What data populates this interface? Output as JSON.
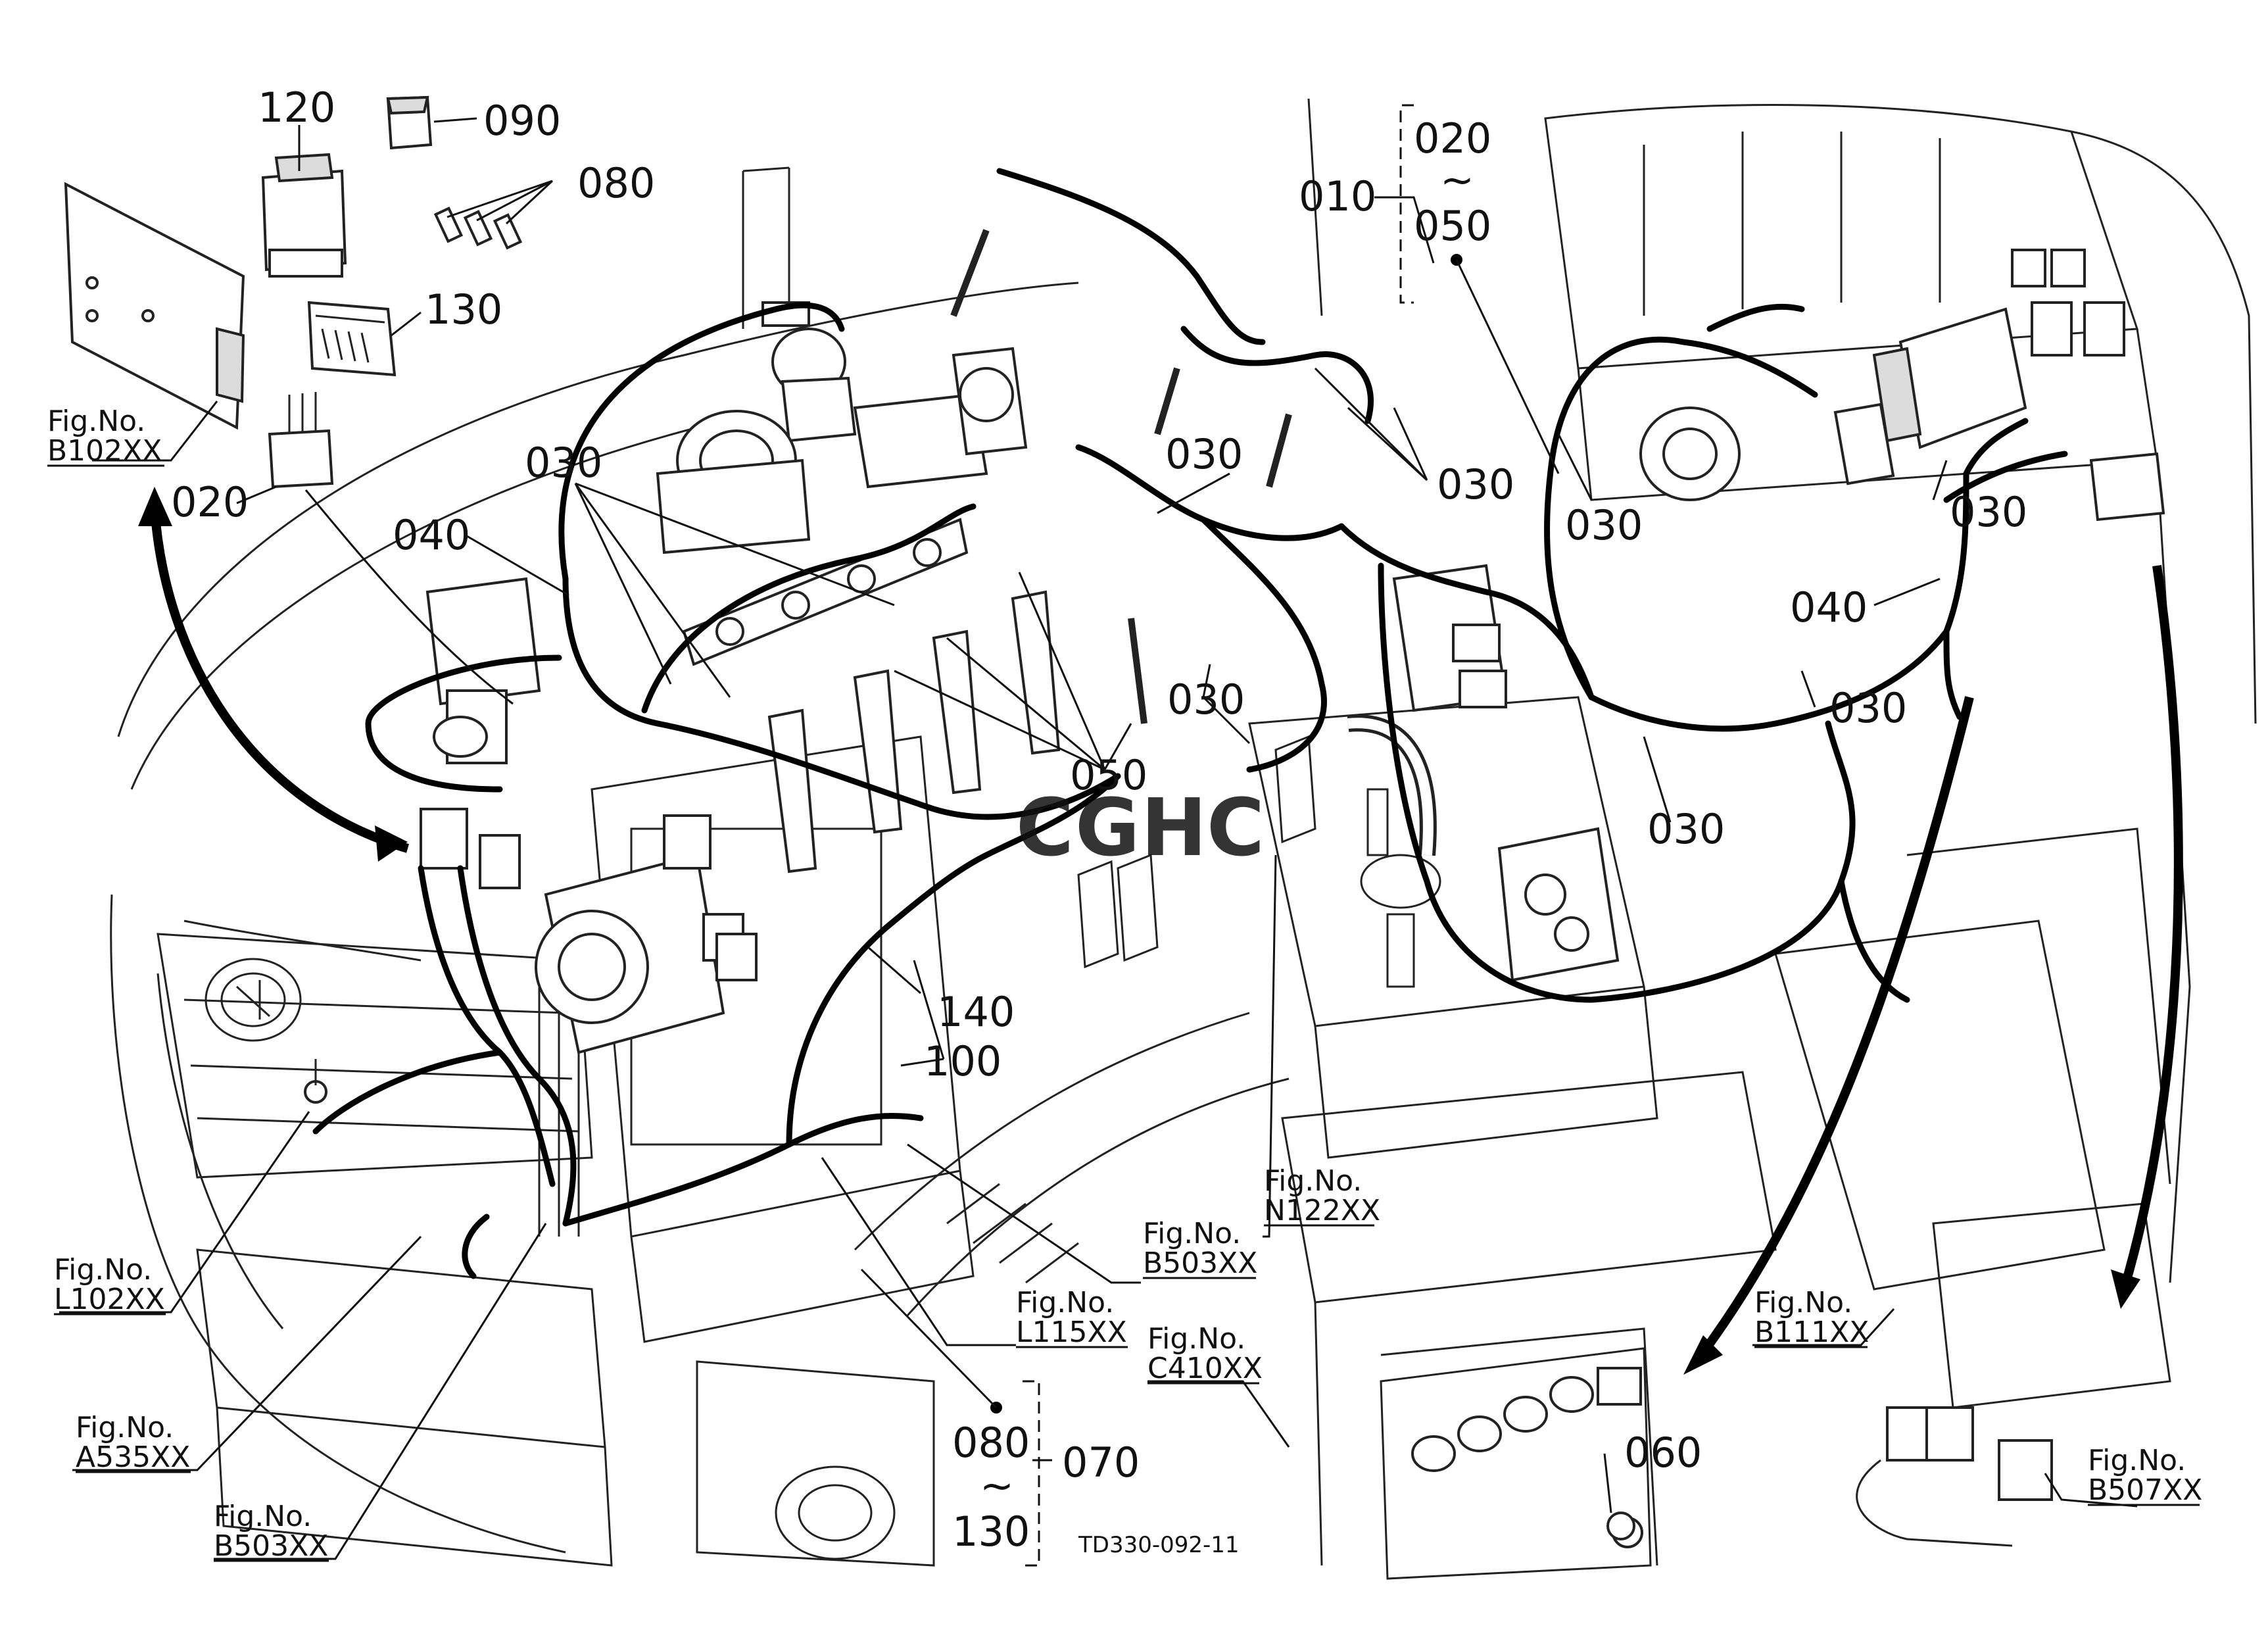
{
  "diagram": {
    "callouts": [
      {
        "id": "c120",
        "text": "120"
      },
      {
        "id": "c090",
        "text": "090"
      },
      {
        "id": "c080a",
        "text": "080"
      },
      {
        "id": "c130a",
        "text": "130"
      },
      {
        "id": "c020a",
        "text": "020"
      },
      {
        "id": "c040a",
        "text": "040"
      },
      {
        "id": "c030a",
        "text": "030"
      },
      {
        "id": "c030b",
        "text": "030"
      },
      {
        "id": "c030c",
        "text": "030"
      },
      {
        "id": "c030d",
        "text": "030"
      },
      {
        "id": "c030e",
        "text": "030"
      },
      {
        "id": "c030f",
        "text": "030"
      },
      {
        "id": "c030g",
        "text": "030"
      },
      {
        "id": "c030h",
        "text": "030"
      },
      {
        "id": "c040b",
        "text": "040"
      },
      {
        "id": "c050",
        "text": "050"
      },
      {
        "id": "c140",
        "text": "140"
      },
      {
        "id": "c100",
        "text": "100"
      },
      {
        "id": "c010",
        "text": "010"
      },
      {
        "id": "c020b",
        "text": "020"
      },
      {
        "id": "c050b",
        "text": "050"
      },
      {
        "id": "c060",
        "text": "060"
      },
      {
        "id": "c080b",
        "text": "080"
      },
      {
        "id": "c130b",
        "text": "130"
      },
      {
        "id": "c070",
        "text": "070"
      }
    ],
    "tildes": [
      {
        "id": "t1",
        "text": "~"
      },
      {
        "id": "t2",
        "text": "~"
      }
    ],
    "fig_refs": [
      {
        "id": "f1",
        "label": "Fig.No.",
        "code": "B102XX"
      },
      {
        "id": "f2",
        "label": "Fig.No.",
        "code": "L102XX"
      },
      {
        "id": "f3",
        "label": "Fig.No.",
        "code": "A535XX"
      },
      {
        "id": "f4",
        "label": "Fig.No.",
        "code": "B503XX"
      },
      {
        "id": "f5",
        "label": "Fig.No.",
        "code": "L115XX"
      },
      {
        "id": "f6",
        "label": "Fig.No.",
        "code": "C410XX"
      },
      {
        "id": "f7",
        "label": "Fig.No.",
        "code": "B503XX"
      },
      {
        "id": "f8",
        "label": "Fig.No.",
        "code": "N122XX"
      },
      {
        "id": "f9",
        "label": "Fig.No.",
        "code": "B111XX"
      },
      {
        "id": "f10",
        "label": "Fig.No.",
        "code": "B507XX"
      }
    ],
    "drawing_code": "TD330-092-11",
    "watermark": "CGHC",
    "watermark_colors": [
      "#4a90e2",
      "#e53935",
      "#f5c518",
      "#43a047"
    ]
  }
}
